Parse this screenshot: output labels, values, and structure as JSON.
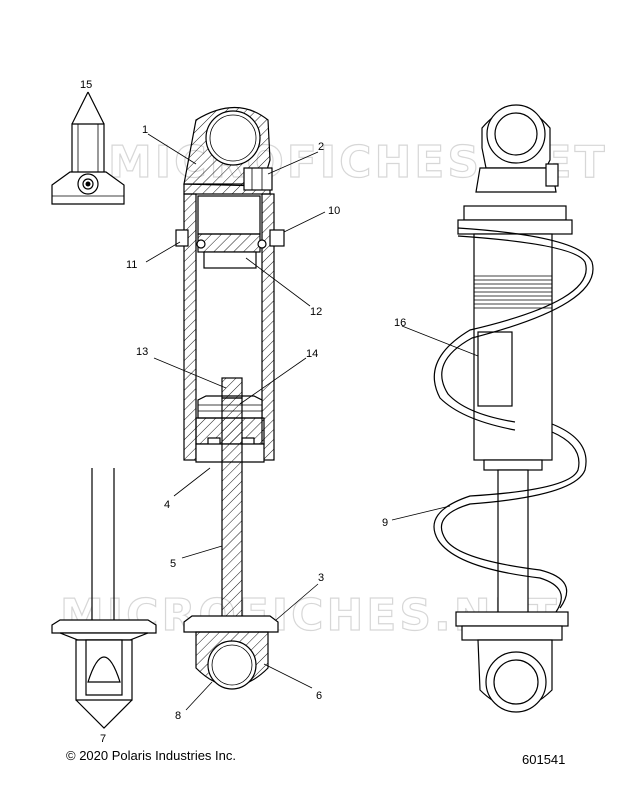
{
  "diagram": {
    "callouts": [
      "1",
      "2",
      "3",
      "4",
      "5",
      "6",
      "7",
      "8",
      "9",
      "10",
      "11",
      "12",
      "13",
      "14",
      "15",
      "16"
    ],
    "watermark_text": "MICROFICHES.NET"
  },
  "footer": {
    "copyright": "© 2020 Polaris Industries Inc.",
    "part_number": "601541"
  }
}
